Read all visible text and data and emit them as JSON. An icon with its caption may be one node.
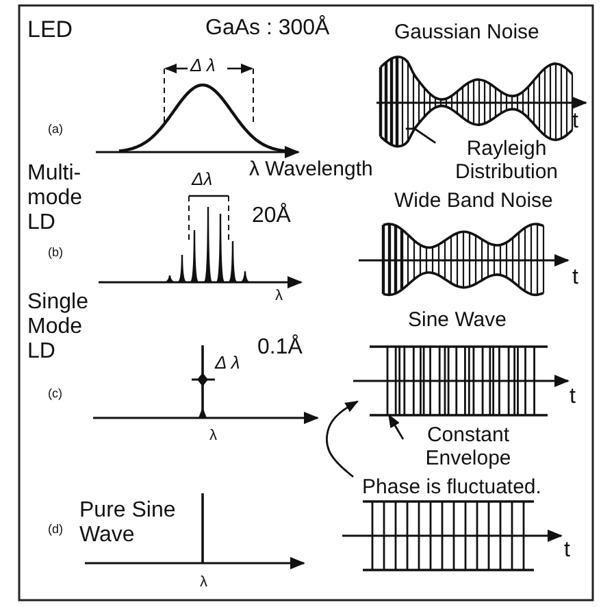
{
  "diagram": {
    "nodes": [
      {
        "text": [],
        "shape": "picture"
      },
      {
        "text": [
          "Rayleigh Distribution"
        ]
      },
      {
        "text": [],
        "shape": "picture"
      },
      {
        "text": [],
        "shape": "picture"
      },
      {
        "text": [
          "Constant Envelope"
        ]
      },
      {
        "text": [
          "Phase is fluctuated."
        ]
      },
      {
        "text": [],
        "shape": "picture"
      }
    ],
    "edges": [
      {
        "from": 1,
        "to": 0,
        "arrow": "none"
      },
      {
        "from": 4,
        "to": 3,
        "arrow": "to"
      },
      {
        "from": 5,
        "to": 3,
        "arrow": "to"
      }
    ],
    "labels": [
      "LED",
      "GaAs : 300Å",
      "Gaussian Noise",
      "Δ λ",
      "(a)",
      "λ Wavelength",
      "t",
      "Multi-mode LD",
      "Δλ",
      "20Å",
      "(b)",
      "Wide Band Noise",
      "λ",
      "t",
      "Single Mode LD",
      "Δ λ",
      "0.1Å",
      "(c)",
      "Sine Wave",
      "λ",
      "t",
      "Pure Sine Wave",
      "(d)",
      "λ",
      "t"
    ]
  }
}
